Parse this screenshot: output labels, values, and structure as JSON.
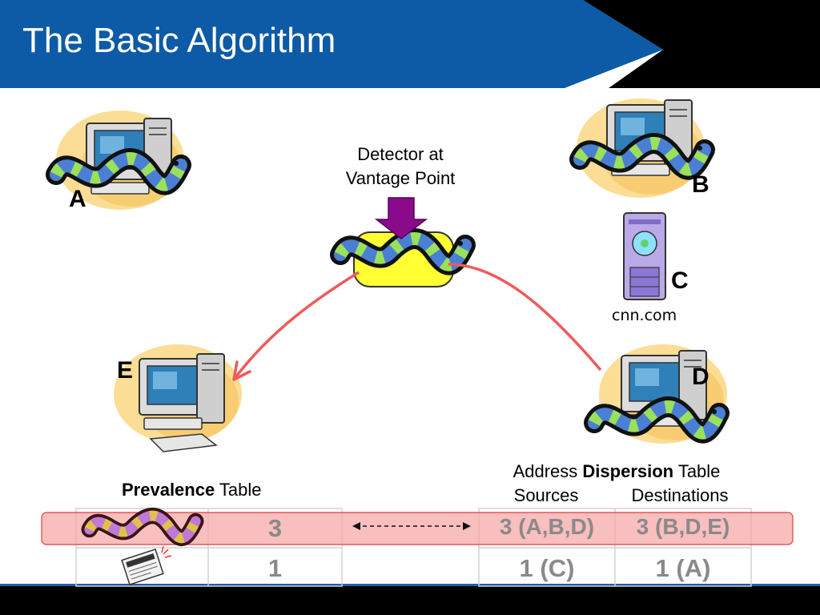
{
  "slide": {
    "title": "The Basic Algorithm",
    "colors": {
      "title_band": "#0d5aa6",
      "footer": "#000000",
      "worm_arrow": "#ef5b5b",
      "detector_arrow": "#8b0a8b",
      "detector_box": "#ffff33",
      "highlight_row": "#f7a8a8"
    }
  },
  "nodes": {
    "a": {
      "label": "A",
      "icon": "infected-computer-icon"
    },
    "b": {
      "label": "B",
      "icon": "infected-computer-icon"
    },
    "c": {
      "label": "C",
      "icon": "server-tower-icon",
      "hostname": "cnn.com"
    },
    "d": {
      "label": "D",
      "icon": "infected-computer-icon"
    },
    "e": {
      "label": "E",
      "icon": "computer-icon"
    }
  },
  "detector": {
    "label_line1": "Detector at",
    "label_line2": "Vantage Point",
    "icon": "worm-icon"
  },
  "prevalence_table": {
    "label_bold": "Prevalence",
    "label_rest": " Table",
    "rows": [
      {
        "content": "worm-icon",
        "count": "3"
      },
      {
        "content": "newspaper-icon",
        "count": "1"
      }
    ]
  },
  "dispersion_table": {
    "label_plain1": "Address ",
    "label_bold": "Dispersion",
    "label_plain2": " Table",
    "col_sources": "Sources",
    "col_destinations": "Destinations",
    "rows": [
      {
        "sources": "3 (A,B,D)",
        "destinations": "3 (B,D,E)"
      },
      {
        "sources": "1 (C)",
        "destinations": "1 (A)"
      }
    ]
  }
}
